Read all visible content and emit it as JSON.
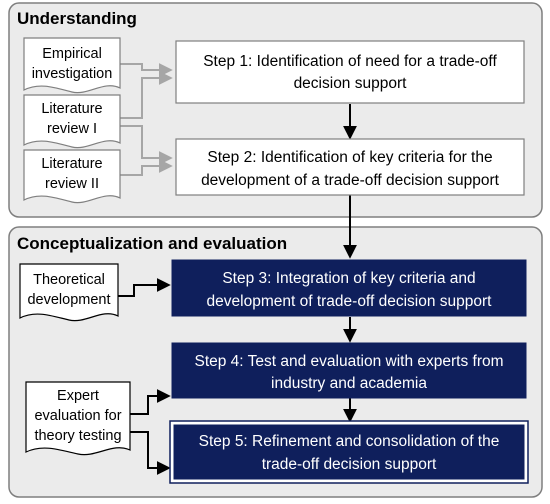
{
  "sections": {
    "understanding": {
      "title": "Understanding"
    },
    "conceptualization": {
      "title": "Conceptualization and evaluation"
    }
  },
  "documents": {
    "empirical": {
      "lines": [
        "Empirical",
        "investigation"
      ]
    },
    "lit1": {
      "lines": [
        "Literature",
        "review I"
      ]
    },
    "lit2": {
      "lines": [
        "Literature",
        "review II"
      ]
    },
    "theoretical": {
      "lines": [
        "Theoretical",
        "development"
      ]
    },
    "expert": {
      "lines": [
        "Expert",
        "evaluation for",
        "theory testing"
      ]
    }
  },
  "steps": {
    "step1": {
      "lines": [
        "Step 1: Identification of need for a trade-off",
        "decision support"
      ]
    },
    "step2": {
      "lines": [
        "Step 2: Identification of key criteria for the",
        "development of a trade-off decision support"
      ]
    },
    "step3": {
      "lines": [
        "Step 3: Integration of key criteria and",
        "development of trade-off decision support"
      ]
    },
    "step4": {
      "lines": [
        "Step 4: Test and evaluation with experts from",
        "industry and academia"
      ]
    },
    "step5": {
      "lines": [
        "Step 5: Refinement and consolidation of the",
        "trade-off decision support"
      ]
    }
  },
  "colors": {
    "panel_fill": "#ebebeb",
    "panel_stroke": "#7f7f7f",
    "dark_step": "#0f1f5c",
    "light_step": "#ffffff",
    "gray_arrow": "#a6a6a6",
    "black_arrow": "#000000"
  }
}
